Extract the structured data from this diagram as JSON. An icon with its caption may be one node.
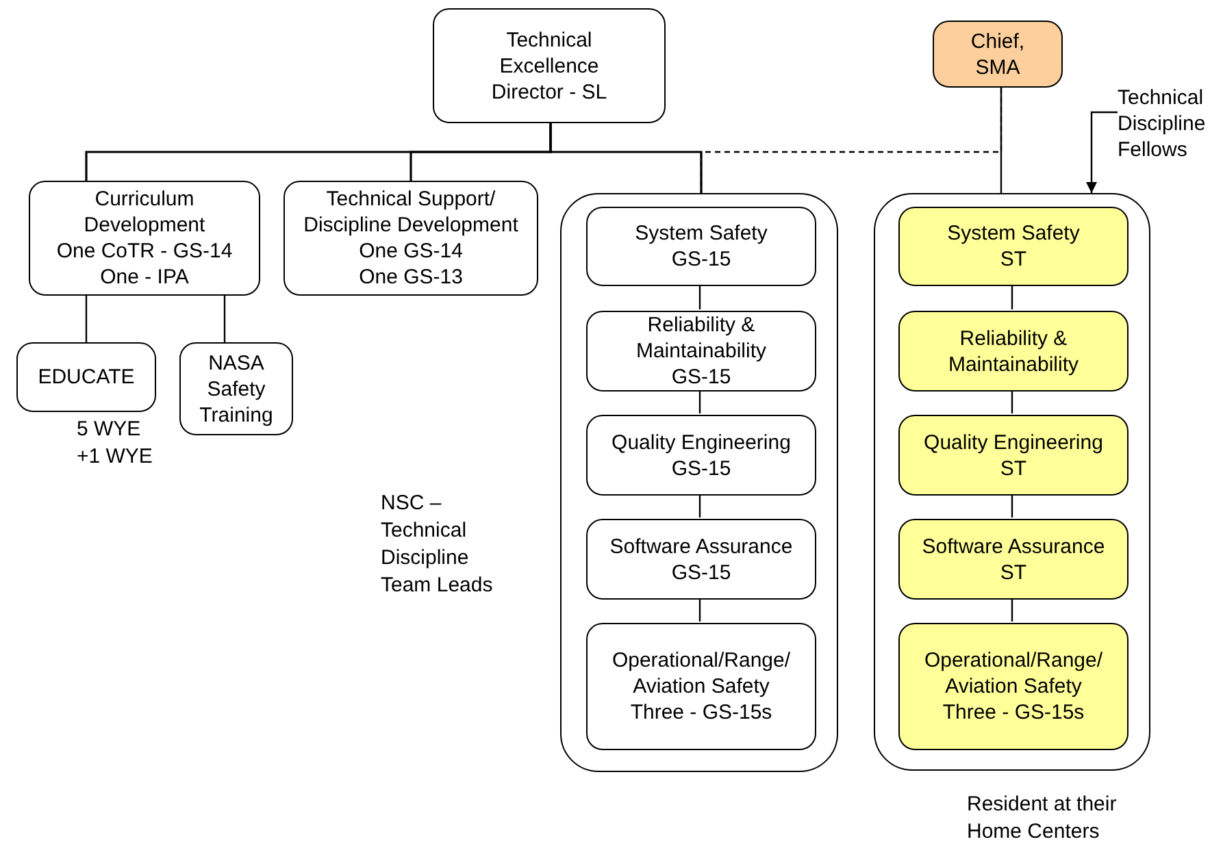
{
  "diagram": {
    "nodes": [
      {
        "text": [
          "Technical Excellence Director - SL"
        ]
      },
      {
        "text": [
          "Chief, SMA"
        ]
      },
      {
        "text": [
          "Curriculum Development One CoTR - GS-14 One - IPA"
        ]
      },
      {
        "text": [
          "Technical Support/ Discipline Development One GS-14 One GS-13"
        ]
      },
      {
        "text": [
          "EDUCATE"
        ],
        "beside": [
          "5 WYE +1 WYE"
        ]
      },
      {
        "text": [
          "NASA Safety Training"
        ]
      },
      {
        "text": [],
        "shape": "box"
      },
      {
        "text": [
          "System Safety GS-15"
        ],
        "in": 6
      },
      {
        "text": [
          "Reliability & Maintainability GS-15"
        ],
        "in": 6
      },
      {
        "text": [
          "Quality Engineering GS-15"
        ],
        "in": 6
      },
      {
        "text": [
          "Software Assurance GS-15"
        ],
        "in": 6
      },
      {
        "text": [
          "Operational/Range/ Aviation Safety Three - GS-15s"
        ],
        "in": 6
      },
      {
        "text": [],
        "shape": "box"
      },
      {
        "text": [
          "System Safety ST"
        ],
        "in": 12
      },
      {
        "text": [
          "Reliability & Maintainability"
        ],
        "in": 12
      },
      {
        "text": [
          "Quality Engineering ST"
        ],
        "in": 12
      },
      {
        "text": [
          "Software Assurance ST"
        ],
        "in": 12
      },
      {
        "text": [
          "Operational/Range/ Aviation Safety Three - GS-15s"
        ],
        "in": 12
      },
      {
        "text": [
          "Technical Discipline Fellows"
        ]
      }
    ],
    "edges": [
      {
        "from": 0,
        "to": 2,
        "arrow": "none"
      },
      {
        "from": 0,
        "to": 3,
        "arrow": "none"
      },
      {
        "from": 0,
        "to": 6,
        "arrow": "none"
      },
      {
        "from": 1,
        "to": 6,
        "arrow": "none",
        "style": "dashed"
      },
      {
        "from": 1,
        "to": 12,
        "arrow": "none"
      },
      {
        "from": 2,
        "to": 4,
        "arrow": "none"
      },
      {
        "from": 2,
        "to": 5,
        "arrow": "none"
      },
      {
        "from": 7,
        "to": 8,
        "arrow": "none"
      },
      {
        "from": 8,
        "to": 9,
        "arrow": "none"
      },
      {
        "from": 9,
        "to": 10,
        "arrow": "none"
      },
      {
        "from": 10,
        "to": 11,
        "arrow": "none"
      },
      {
        "from": 13,
        "to": 14,
        "arrow": "none"
      },
      {
        "from": 14,
        "to": 15,
        "arrow": "none"
      },
      {
        "from": 15,
        "to": 16,
        "arrow": "none"
      },
      {
        "from": 16,
        "to": 17,
        "arrow": "none"
      },
      {
        "from": 18,
        "to": 12,
        "arrow": "to"
      }
    ],
    "labels": [
      "NSC – Technical Discipline Team Leads",
      "Resident at their Home Centers"
    ]
  }
}
